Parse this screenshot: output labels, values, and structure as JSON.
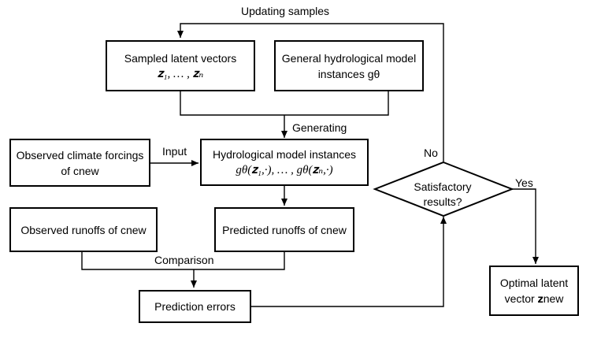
{
  "nodes": {
    "sampled_latent": {
      "line1": "Sampled latent vectors",
      "line2": "𝐳₁, … , 𝐳ₙ"
    },
    "general_model": {
      "line1": "General hydrological model",
      "line2": "instances gθ"
    },
    "observed_climate": {
      "line1": "Observed climate forcings",
      "line2": "of cnew"
    },
    "model_instances": {
      "line1": "Hydrological model instances",
      "line2": "gθ(𝐳₁,·), … , gθ(𝐳ₙ,·)"
    },
    "observed_runoffs": {
      "line1": "Observed runoffs of cnew"
    },
    "predicted_runoffs": {
      "line1": "Predicted runoffs of cnew"
    },
    "prediction_errors": {
      "line1": "Prediction errors"
    },
    "decision": {
      "line1": "Satisfactory",
      "line2": "results?"
    },
    "optimal_latent": {
      "line1": "Optimal latent",
      "line2": "vector 𝐳new"
    }
  },
  "edge_labels": {
    "updating": "Updating samples",
    "generating": "Generating",
    "input": "Input",
    "comparison": "Comparison",
    "no": "No",
    "yes": "Yes"
  }
}
